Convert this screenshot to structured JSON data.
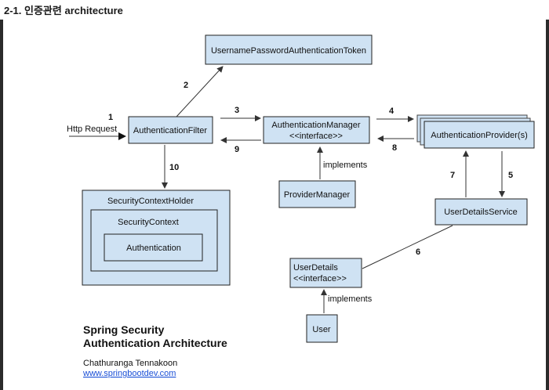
{
  "heading": "2-1. 인증관련 architecture",
  "diagram": {
    "boxes": {
      "token": "UsernamePasswordAuthenticationToken",
      "filter": "AuthenticationFilter",
      "manager_line1": "AuthenticationManager",
      "manager_line2": "<<interface>>",
      "provider": "AuthenticationProvider(s)",
      "provider_manager": "ProviderManager",
      "user_details_service": "UserDetailsService",
      "context_holder": "SecurityContextHolder",
      "security_context": "SecurityContext",
      "authentication": "Authentication",
      "user_details_line1": "UserDetails",
      "user_details_line2": "<<interface>>",
      "user": "User"
    },
    "labels": {
      "http_request": "Http Request",
      "implements_1": "implements",
      "implements_2": "implements"
    },
    "steps": {
      "s1": "1",
      "s2": "2",
      "s3": "3",
      "s4": "4",
      "s5": "5",
      "s6": "6",
      "s7": "7",
      "s8": "8",
      "s9": "9",
      "s10": "10"
    },
    "footer": {
      "title_line1": "Spring Security",
      "title_line2": "Authentication Architecture",
      "author": "Chathuranga Tennakoon",
      "website": "www.springbootdev.com"
    }
  }
}
